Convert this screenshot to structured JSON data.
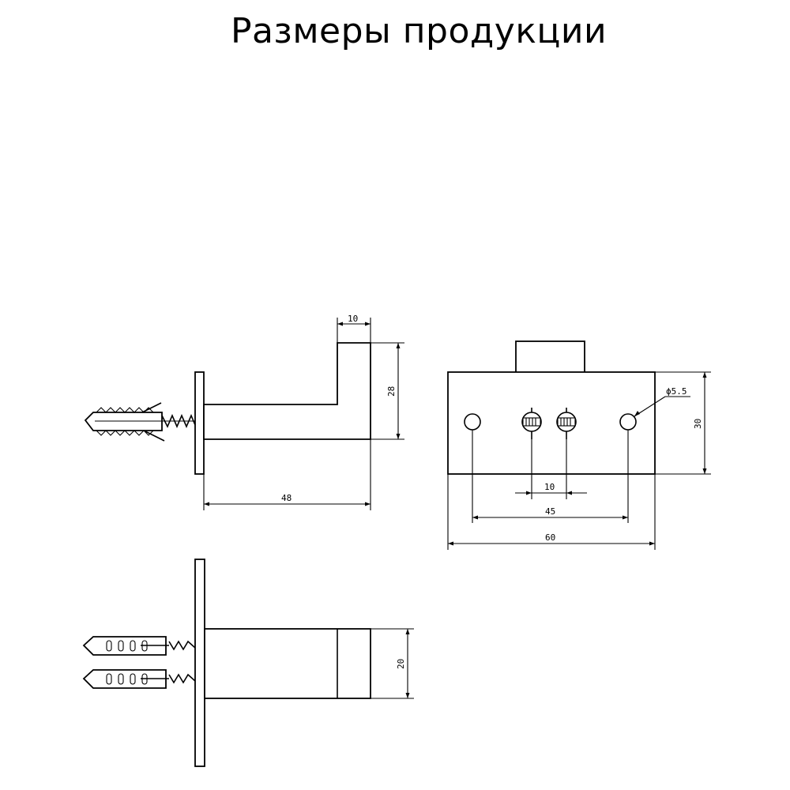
{
  "title": "Размеры продукции",
  "dimensions": {
    "side_view": {
      "hook_thickness": "10",
      "hook_height": "28",
      "length": "48"
    },
    "front_view": {
      "hole_diameter": "ϕ5.5",
      "screw_spacing": "10",
      "hole_spacing": "45",
      "width": "60",
      "height": "30"
    },
    "bottom_view": {
      "depth": "20"
    }
  }
}
